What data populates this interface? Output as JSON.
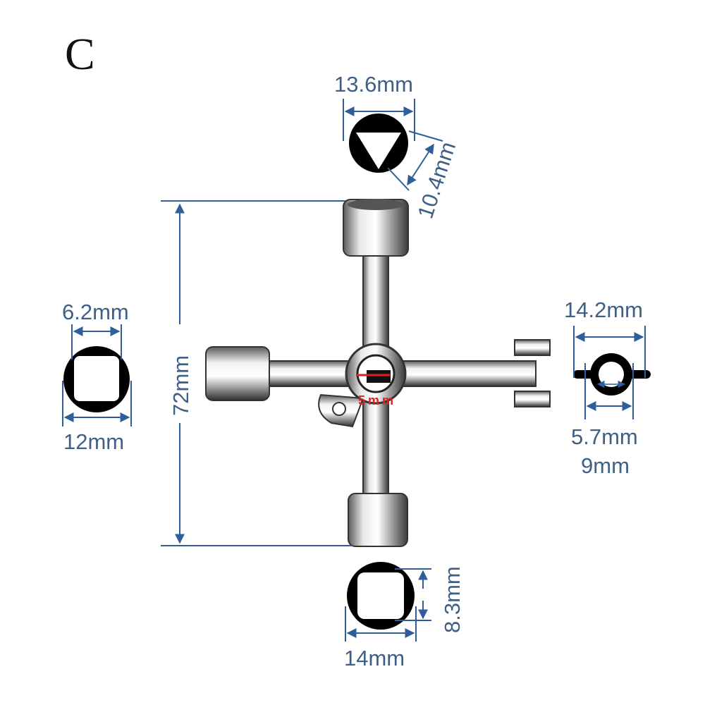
{
  "variant_letter": "C",
  "colors": {
    "dimension": "#3f5f86",
    "arrow": "#2f5f9a",
    "metal_light": "#f4f4f4",
    "metal_dark": "#6b6b6b",
    "highlight": "#e02020"
  },
  "dimensions": {
    "top_width": "13.6mm",
    "top_triangle": "10.4mm",
    "left_inner": "6.2mm",
    "left_outer": "12mm",
    "overall_height": "72mm",
    "right_outer": "14.2mm",
    "right_inner": "5.7mm",
    "right_slot": "9mm",
    "bottom_width": "14mm",
    "bottom_inner": "8.3mm",
    "center_square": "5mm"
  }
}
